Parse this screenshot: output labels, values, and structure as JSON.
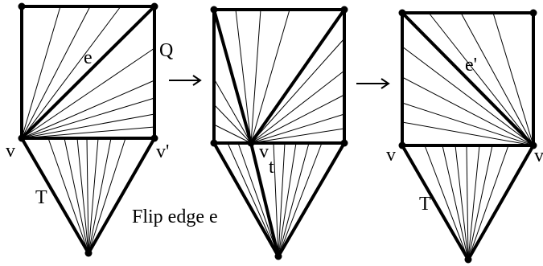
{
  "panels": [
    {
      "labels": {
        "e": "e",
        "Q": "Q",
        "v": "v",
        "v_prime": "v'",
        "T": "T"
      }
    },
    {
      "labels": {
        "v": "v",
        "t": "t"
      }
    },
    {
      "labels": {
        "e_prime": "e'",
        "v": "v",
        "v_prime": "v",
        "T": "T"
      }
    }
  ],
  "caption": "Flip edge e"
}
